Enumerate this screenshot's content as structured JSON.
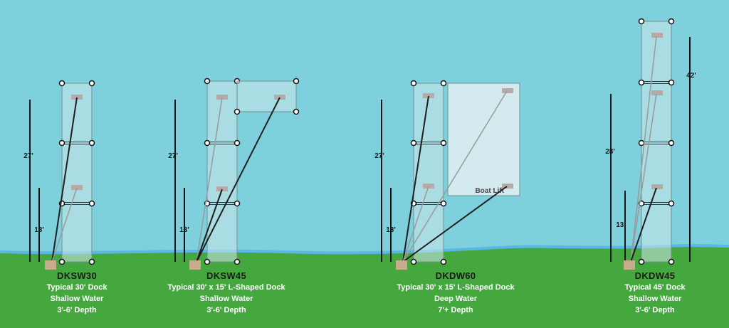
{
  "colors": {
    "sky": "#7dd0dc",
    "water_line": "#5bb8e6",
    "ground": "#45a83f",
    "dock_fill": "#cfe6ea",
    "dock_stroke": "#6f8f94",
    "anchor": "#c7ab8a",
    "winch": "#b5aaa8",
    "cable_dark": "#1e1e1e",
    "cable_light": "#9a9a9a",
    "post": "#111111",
    "caption_code": "#1a1a1a",
    "caption_text": "#ffffff"
  },
  "boat_lift_label": "Boat Lift",
  "docks": [
    {
      "code": "DKSW30",
      "caption": [
        "Typical 30' Dock",
        "Shallow Water",
        "3'-6' Depth"
      ],
      "dimensions": [
        "27'",
        "13'"
      ]
    },
    {
      "code": "DKSW45",
      "caption": [
        "Typical 30' x 15' L-Shaped Dock",
        "Shallow Water",
        "3'-6' Depth"
      ],
      "dimensions": [
        "27'",
        "13'"
      ]
    },
    {
      "code": "DKDW60",
      "caption": [
        "Typical 30' x 15' L-Shaped Dock",
        "Deep Water",
        "7'+ Depth"
      ],
      "dimensions": [
        "27'",
        "13'"
      ]
    },
    {
      "code": "DKDW45",
      "caption": [
        "Typical 45' Dock",
        "Shallow Water",
        "3'-6' Depth"
      ],
      "dimensions": [
        "28'",
        "13'",
        "42'"
      ]
    }
  ]
}
